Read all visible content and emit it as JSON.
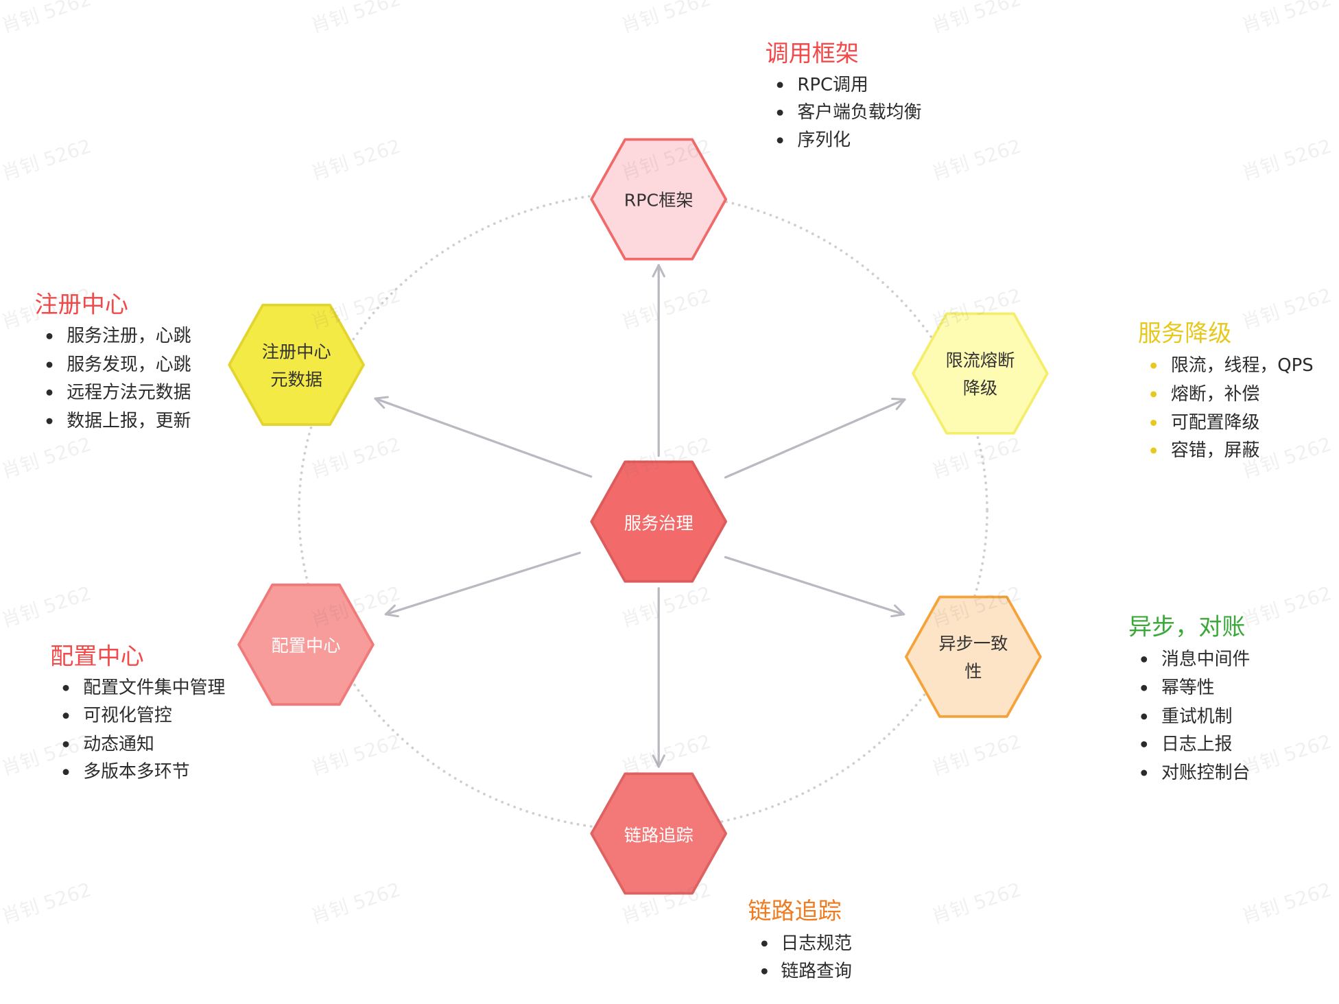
{
  "watermark": "肖钊 5262",
  "center": {
    "label": "服务治理"
  },
  "nodes": {
    "rpc": {
      "lines": [
        "RPC框架"
      ]
    },
    "registry": {
      "lines": [
        "注册中心",
        "元数据"
      ]
    },
    "degrade": {
      "lines": [
        "限流熔断",
        "降级"
      ]
    },
    "config": {
      "lines": [
        "配置中心"
      ]
    },
    "async": {
      "lines": [
        "异步一致",
        "性"
      ]
    },
    "trace": {
      "lines": [
        "链路追踪"
      ]
    }
  },
  "notes": {
    "rpc": {
      "title": "调用框架",
      "items": [
        "RPC调用",
        "客户端负载均衡",
        "序列化"
      ]
    },
    "registry": {
      "title": "注册中心",
      "items": [
        "服务注册，心跳",
        "服务发现，心跳",
        "远程方法元数据",
        "数据上报，更新"
      ]
    },
    "degrade": {
      "title": "服务降级",
      "items": [
        "限流，线程，QPS",
        "熔断，补偿",
        "可配置降级",
        "容错，屏蔽"
      ]
    },
    "async": {
      "title": "异步，对账",
      "items": [
        "消息中间件",
        "幂等性",
        "重试机制",
        "日志上报",
        "对账控制台"
      ]
    },
    "config": {
      "title": "配置中心",
      "items": [
        "配置文件集中管理",
        "可视化管控",
        "动态通知",
        "多版本多环节"
      ]
    },
    "trace": {
      "title": "链路追踪",
      "items": [
        "日志规范",
        "链路查询"
      ]
    }
  },
  "colors": {
    "node_rpc": {
      "fill": "#fdd8dc",
      "stroke": "#f06a6a"
    },
    "node_registry": {
      "fill": "#f4ea45",
      "stroke": "#e3d52f"
    },
    "node_degrade": {
      "fill": "#fefbb2",
      "stroke": "#f5ee6c"
    },
    "node_center": {
      "fill": "#f36a6a",
      "stroke": "#de5b5b"
    },
    "node_config": {
      "fill": "#f79b9b",
      "stroke": "#f07979"
    },
    "node_async": {
      "fill": "#fde4c7",
      "stroke": "#f5a23b"
    },
    "node_trace": {
      "fill": "#f37979",
      "stroke": "#df6262"
    },
    "title_red": "#f24a4a",
    "title_gold": "#e6c81e",
    "title_green": "#3aa93a",
    "title_orange": "#ef7c20",
    "bullet_gold": "#e6c81e",
    "arrow": "#b9bac1",
    "ring": "#cfcfcf"
  }
}
